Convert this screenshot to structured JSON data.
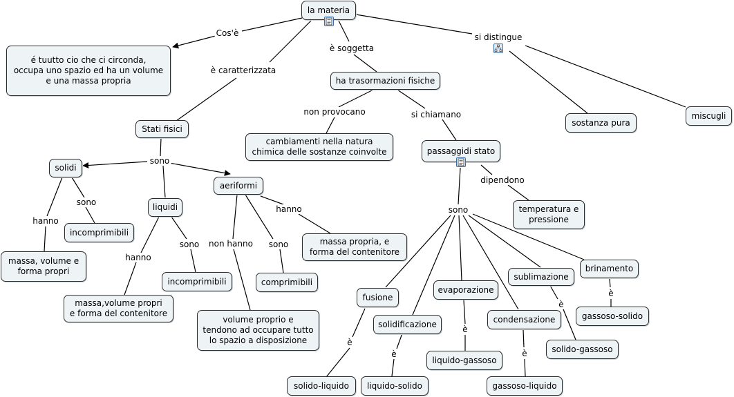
{
  "nodes": {
    "materia": "la materia",
    "definizione": "é tuutto cio che ci circonda,\noccupa uno spazio ed ha un volume\ne una massa propria",
    "trasformazioni": "ha trasormazioni fisiche",
    "stati_fisici": "Stati fisici",
    "cambiamenti": "cambiamenti nella natura\nchimica delle  sostanze coinvolte",
    "passaggi": "passaggidi stato",
    "sostanza_pura": "sostanza pura",
    "miscugli": "miscugli",
    "solidi": "solidi",
    "liquidi": "liquidi",
    "aeriformi": "aeriformi",
    "incomp_solidi": "incomprimibili",
    "massa_volume_forma": "massa, volume e\nforma propri",
    "incomp_liquidi": "incomprimibili",
    "massa_volume_contenitore": "massa,volume propri\ne forma del contenitore",
    "massa_forma_contenitore": "massa propria,  e\nforma del contenitore",
    "comprimibili": "comprimibili",
    "volume_proprio": "volume proprio e\ntendono ad occupare tutto\nlo spazio a disposizione",
    "temperatura": "temperatura e\npressione",
    "fusione": "fusione",
    "solidificazione": "solidificazione",
    "evaporazione": "evaporazione",
    "condensazione": "condensazione",
    "sublimazione": "sublimazione",
    "brinamento": "brinamento",
    "solido_liquido": "solido-liquido",
    "liquido_solido": "liquido-solido",
    "liquido_gassoso": "liquido-gassoso",
    "gassoso_liquido": "gassoso-liquido",
    "solido_gassoso": "solido-gassoso",
    "gassoso_solido": "gassoso-solido"
  },
  "labels": {
    "cose": "Cos'è",
    "caratterizzata": "è caratterizzata",
    "soggetta": "è soggetta",
    "si_distingue": "si distingue",
    "non_provocano": "non provocano",
    "si_chiamano": "si chiamano",
    "sono_stati": "sono",
    "sono_solidi": "sono",
    "hanno_solidi": "hanno",
    "hanno_liquidi": "hanno",
    "sono_liquidi": "sono",
    "non_hanno": "non hanno",
    "sono_aeriformi": "sono",
    "hanno_aeriformi": "hanno",
    "dipendono": "dipendono",
    "sono_passaggi": "sono",
    "e_fusione": "è",
    "e_solidificazione": "è",
    "e_evaporazione": "è",
    "e_condensazione": "è",
    "e_sublimazione": "è",
    "e_brinamento": "è"
  },
  "icons": [
    "document-icon",
    "hierarchy-icon"
  ]
}
